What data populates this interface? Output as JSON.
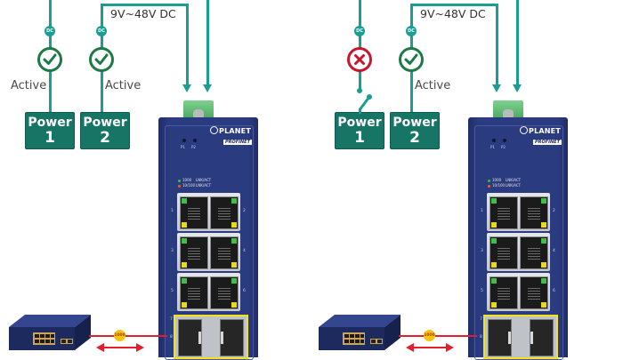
{
  "diagram": {
    "title": "Redundant dual DC power input operation",
    "colors": {
      "wire": "#1a9e93",
      "power_box": "#177566",
      "status_ok": "#1c7a45",
      "status_fail": "#c8162c",
      "link": "#e0202c",
      "sfp_highlight": "#f2e21a",
      "switch_body": "#2b3b80"
    },
    "panels": [
      {
        "id": "both-active",
        "voltage_label": "9V~48V DC",
        "power_inputs": [
          {
            "label": "Power",
            "number": "1",
            "dc_badge": "DC",
            "status": "active",
            "status_icon": "check-circle-icon",
            "status_label": "Active"
          },
          {
            "label": "Power",
            "number": "2",
            "dc_badge": "DC",
            "status": "active",
            "status_icon": "check-circle-icon",
            "status_label": "Active"
          }
        ],
        "device": {
          "brand": "PLANET",
          "protocol_badge": "PROFINET",
          "power_leds": [
            "P1",
            "P2"
          ],
          "led_legend": [
            {
              "color": "#3fbf45",
              "speed": "1000",
              "text": "LNK/ACT"
            },
            {
              "color": "#f0602a",
              "speed": "10/100",
              "text": "LNK/ACT"
            }
          ],
          "rj45_ports": [
            "1",
            "2",
            "3",
            "4",
            "5",
            "6"
          ],
          "sfp_ports": [
            "7",
            "8"
          ]
        },
        "uplink": {
          "speed_badge": "1000",
          "peer": "managed-switch"
        }
      },
      {
        "id": "power1-failed",
        "voltage_label": "9V~48V DC",
        "power_inputs": [
          {
            "label": "Power",
            "number": "1",
            "dc_badge": "DC",
            "status": "failed",
            "status_icon": "x-circle-icon",
            "status_label": ""
          },
          {
            "label": "Power",
            "number": "2",
            "dc_badge": "DC",
            "status": "active",
            "status_icon": "check-circle-icon",
            "status_label": "Active"
          }
        ],
        "device": {
          "brand": "PLANET",
          "protocol_badge": "PROFINET",
          "power_leds": [
            "P1",
            "P2"
          ],
          "led_legend": [
            {
              "color": "#3fbf45",
              "speed": "1000",
              "text": "LNK/ACT"
            },
            {
              "color": "#f0602a",
              "speed": "10/100",
              "text": "LNK/ACT"
            }
          ],
          "rj45_ports": [
            "1",
            "2",
            "3",
            "4",
            "5",
            "6"
          ],
          "sfp_ports": [
            "7",
            "8"
          ]
        },
        "uplink": {
          "speed_badge": "1000",
          "peer": "managed-switch"
        }
      }
    ]
  }
}
